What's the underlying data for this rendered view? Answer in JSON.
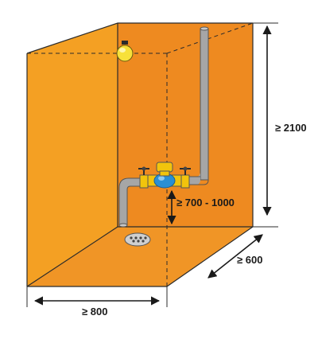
{
  "dimensions": {
    "height_min": "≥ 2100",
    "meter_height_range": "≥ 700 - 1000",
    "depth_min": "≥ 600",
    "width_min": "≥ 800"
  },
  "colors": {
    "wall_back": "#ee8a20",
    "wall_left": "#f4a023",
    "floor": "#f09526",
    "outline": "#2b2b2b",
    "pipe": "#a6a6a6",
    "meter_body": "#f2c40c",
    "meter_dial": "#2a8fd4",
    "lamp": "#f7e13a",
    "drain": "#cfcfcf",
    "text": "#1a1a1a"
  },
  "icons": {
    "lamp": "ceiling-lamp-icon",
    "drain": "floor-drain-icon",
    "meter": "water-meter-icon",
    "valve": "valve-handle-icon"
  }
}
